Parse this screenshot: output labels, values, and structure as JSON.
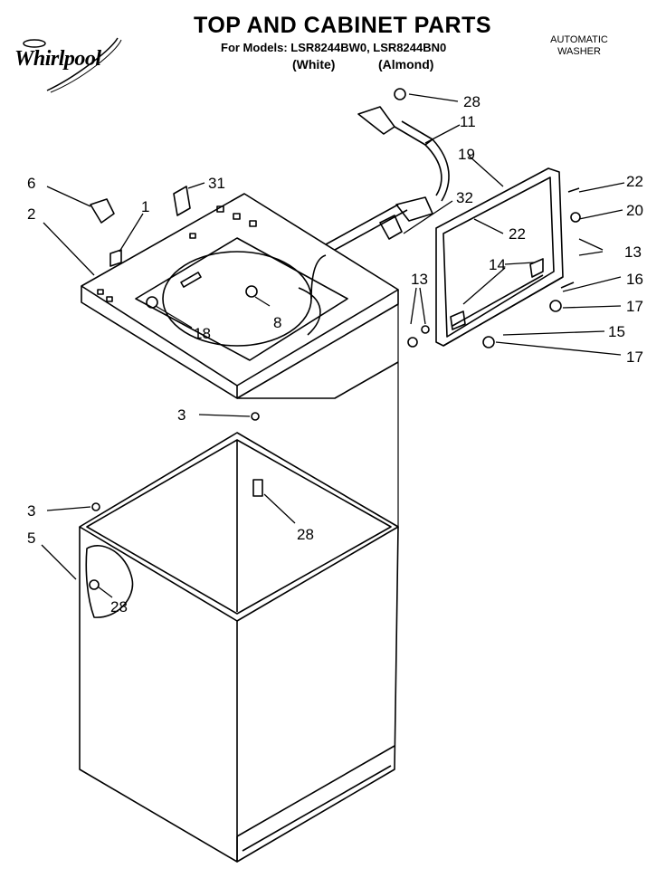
{
  "header": {
    "title": "TOP AND CABINET PARTS",
    "models": "For Models: LSR8244BW0, LSR8244BN0",
    "color_white": "(White)",
    "color_almond": "(Almond)",
    "product_type_line1": "AUTOMATIC",
    "product_type_line2": "WASHER"
  },
  "logo": {
    "brand": "Whirlpool"
  },
  "callouts": {
    "c28a": "28",
    "c11": "11",
    "c19": "19",
    "c22a": "22",
    "c6": "6",
    "c31": "31",
    "c1": "1",
    "c32": "32",
    "c20": "20",
    "c2": "2",
    "c22b": "22",
    "c13a": "13",
    "c14": "14",
    "c16": "16",
    "c13b": "13",
    "c17a": "17",
    "c8": "8",
    "c18": "18",
    "c15": "15",
    "c17b": "17",
    "c3a": "3",
    "c28b": "28",
    "c3b": "3",
    "c5": "5",
    "c28c": "28"
  }
}
